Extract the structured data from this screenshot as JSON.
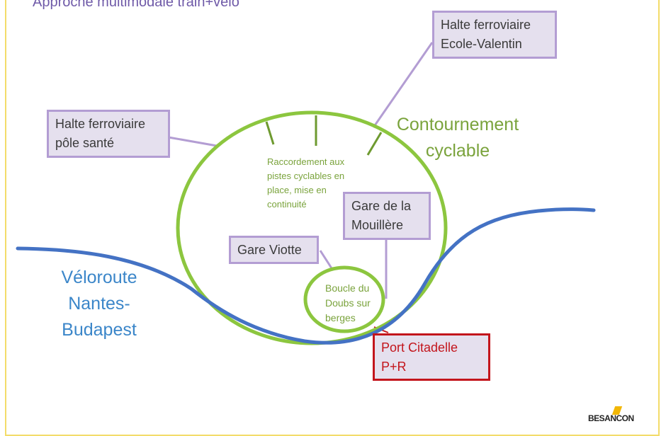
{
  "title": "Approche multimodale  train+vélo",
  "boxes": {
    "ecole_valentin": [
      "Halte ferroviaire",
      "Ecole-Valentin"
    ],
    "pole_sante": [
      "Halte ferroviaire",
      "pôle santé"
    ],
    "mouillere": [
      "Gare de la",
      "Mouillère"
    ],
    "viotte": [
      "Gare Viotte"
    ],
    "port_citadelle": [
      "Port Citadelle",
      "P+R"
    ]
  },
  "labels": {
    "contournement": [
      "Contournement",
      "cyclable"
    ],
    "raccordement": [
      "Raccordement aux",
      "pistes cyclables en",
      "place, mise en",
      "continuité"
    ],
    "boucle": [
      "Boucle du",
      "Doubs sur",
      "berges"
    ],
    "veloroute": [
      "Véloroute",
      "Nantes-",
      "Budapest"
    ]
  },
  "logo": {
    "text": "BESANCON"
  },
  "colors": {
    "green": "#8cc63f",
    "blue": "#4472c4",
    "box_border": "#b39dd3",
    "box_fill": "#e5e0ee",
    "red": "#c3151c",
    "frame": "#f3dc6a"
  }
}
